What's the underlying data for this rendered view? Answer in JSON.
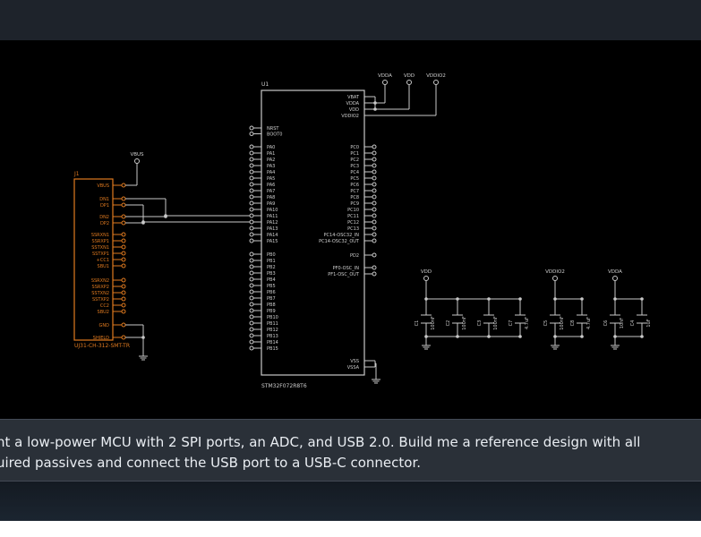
{
  "schematic": {
    "mcu": {
      "ref": "U1",
      "part": "STM32F072R8T6",
      "left_pins_top": [
        "NRST",
        "BOOT0"
      ],
      "left_pins_pa": [
        "PA0",
        "PA1",
        "PA2",
        "PA3",
        "PA4",
        "PA5",
        "PA6",
        "PA7",
        "PA8",
        "PA9",
        "PA10",
        "PA11",
        "PA12",
        "PA13",
        "PA14",
        "PA15"
      ],
      "left_pins_pb": [
        "PB0",
        "PB1",
        "PB2",
        "PB3",
        "PB4",
        "PB5",
        "PB6",
        "PB7",
        "PB8",
        "PB9",
        "PB10",
        "PB11",
        "PB12",
        "PB13",
        "PB14",
        "PB15"
      ],
      "right_pins_power": [
        "VBAT",
        "VDDA",
        "VDD",
        "VDDIO2"
      ],
      "right_pins_pc": [
        "PC0",
        "PC1",
        "PC2",
        "PC3",
        "PC4",
        "PC5",
        "PC6",
        "PC7",
        "PC8",
        "PC9",
        "PC10",
        "PC11",
        "PC12",
        "PC13",
        "PC14-OSC32_IN",
        "PC14-OSC32_OUT"
      ],
      "right_pins_mid": [
        "PD2",
        "PF0-OSC_IN",
        "PF1-OSC_OUT"
      ],
      "right_pins_gnd": [
        "VSS",
        "VSSA"
      ],
      "power_labels": [
        "VDDA",
        "VDD",
        "VDDIO2"
      ]
    },
    "connector": {
      "ref": "J1",
      "part": "UJ31-CH-312-SMT-TR",
      "vbus_label": "VBUS",
      "pins": [
        "VBUS",
        "DN1",
        "DP1",
        "DN2",
        "DP2",
        "SSRXN1",
        "SSRXP1",
        "SSTXN1",
        "SSTXP1",
        "+CC1",
        "SBU1",
        "SSRXN2",
        "SSRXP2",
        "SSTXN2",
        "SSTXP2",
        "CC2",
        "SBU2",
        "GND",
        "SHIELD"
      ]
    },
    "cap_groups": [
      {
        "rail": "VDD",
        "caps": [
          {
            "ref": "C1",
            "val": "100nF"
          },
          {
            "ref": "C2",
            "val": "100nF"
          },
          {
            "ref": "C3",
            "val": "100nF"
          },
          {
            "ref": "C7",
            "val": "4.7uF"
          }
        ]
      },
      {
        "rail": "VDDIO2",
        "caps": [
          {
            "ref": "C5",
            "val": "100nF"
          },
          {
            "ref": "C8",
            "val": "4.7uF"
          }
        ]
      },
      {
        "rail": "VDDA",
        "caps": [
          {
            "ref": "C6",
            "val": "10nF"
          },
          {
            "ref": "C4",
            "val": "1uF"
          }
        ]
      }
    ],
    "colors": {
      "wire": "#c9c9c9",
      "part": "#e07a1f",
      "text": "#cfcfcf",
      "bg": "#000000"
    }
  },
  "prompt": {
    "text": "nt a low-power MCU with 2 SPI ports, an ADC, and USB 2.0. Build me a reference design with all\nuired passives and connect the USB port to a USB-C connector."
  }
}
